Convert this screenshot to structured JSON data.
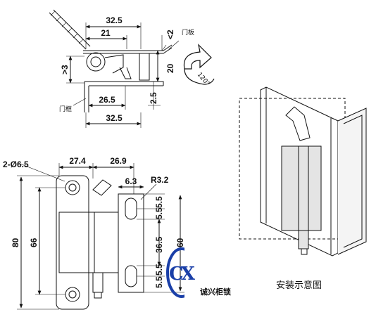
{
  "section_view": {
    "dims": {
      "top_overall": "32.5",
      "top_inner": "21",
      "plate_thickness": "<2",
      "left_gap": ">3",
      "right_height": "20",
      "lower_width": "26.5",
      "frame_offset": "2.5",
      "bottom_overall": "32.5"
    },
    "labels": {
      "door_panel": "门板",
      "door_frame": "门框"
    },
    "rotation": "120°"
  },
  "front_view": {
    "dims": {
      "hole_callout": "2-Ø6.5",
      "left_width": "27.4",
      "right_width": "26.9",
      "slot_offset": "6.3",
      "radius": "R3.2",
      "overall_height": "80",
      "hole_spacing": "66",
      "slot_top": "5.5",
      "slot_top2": "5.5",
      "slot_mid": "36.5",
      "slot_bottom": "5.5",
      "slot_bottom2": "5.5",
      "right_overall": "60"
    }
  },
  "install_caption": "安装示意图",
  "brand": {
    "logo_letters": "CX",
    "name": "诚兴柜锁"
  }
}
